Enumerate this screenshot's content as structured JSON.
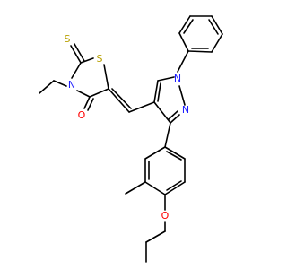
{
  "molecule": {
    "atoms": {
      "S_ring": {
        "label": "S",
        "color": "#b8a000"
      },
      "S_thione": {
        "label": "S",
        "color": "#b8a000"
      },
      "N_thiaz": {
        "label": "N",
        "color": "#2020ff"
      },
      "O_carbonyl": {
        "label": "O",
        "color": "#ff0000"
      },
      "N1_pyr": {
        "label": "N",
        "color": "#2020ff"
      },
      "N2_pyr": {
        "label": "N",
        "color": "#2020ff"
      },
      "O_ether": {
        "label": "O",
        "color": "#ff0000"
      }
    }
  }
}
